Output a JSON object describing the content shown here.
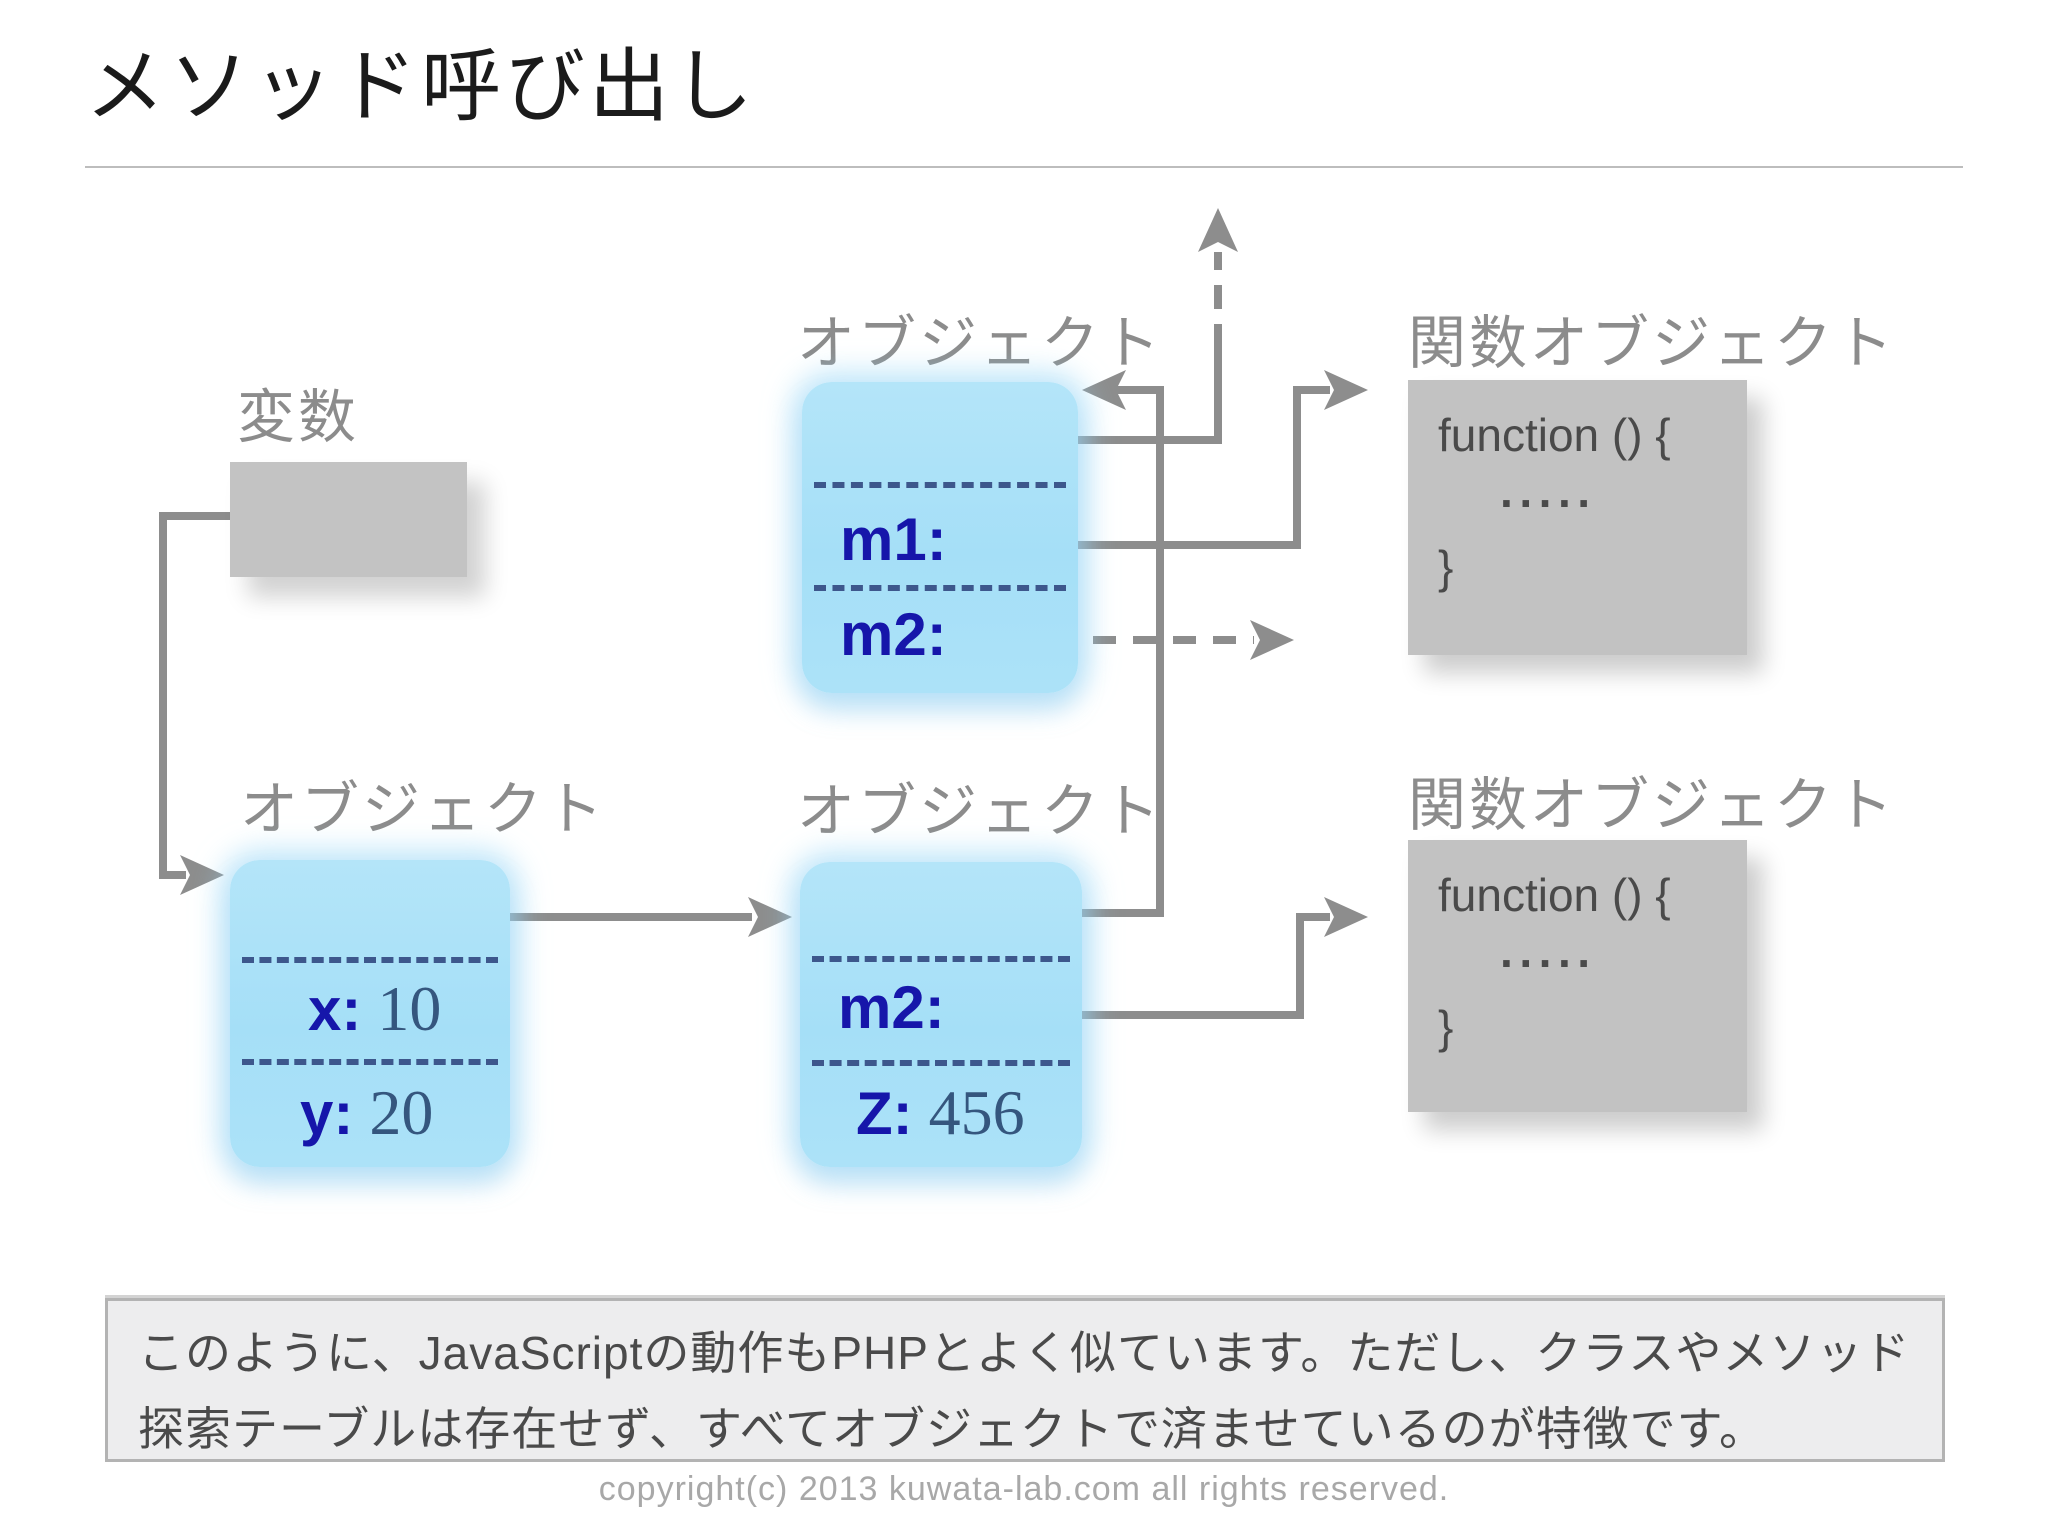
{
  "header": {
    "title": "メソッド呼び出し"
  },
  "diagram": {
    "variable": {
      "label": "変数"
    },
    "top_object": {
      "label": "オブジェクト",
      "m1_key": "m1:",
      "m2_key": "m2:"
    },
    "left_object": {
      "label": "オブジェクト",
      "x_key": "x:",
      "x_val": "10",
      "y_key": "y:",
      "y_val": "20"
    },
    "mid_object": {
      "label": "オブジェクト",
      "m2_key": "m2:",
      "z_key": "Z:",
      "z_val": "456"
    },
    "func_top": {
      "label": "関数オブジェクト"
    },
    "func_bottom": {
      "label": "関数オブジェクト"
    },
    "function_code": {
      "line1": "function () {",
      "line2": "·····",
      "line3": "}"
    }
  },
  "note": {
    "line1": "このように、JavaScriptの動作もPHPとよく似ています。ただし、クラスやメソッド",
    "line2": "探索テーブルは存在せず、すべてオブジェクトで済ませているのが特徴です。"
  },
  "footer": {
    "text": "copyright(c) 2013 kuwata-lab.com all rights reserved."
  },
  "colors": {
    "box_cyan": "#a5dff7",
    "box_gray": "#c3c3c3",
    "connector_gray": "#8d8d8d",
    "key_navy": "#1616aa",
    "value_navy": "#35567e",
    "separator_navy": "#3d578c",
    "label_gray": "#8c8c8c"
  }
}
